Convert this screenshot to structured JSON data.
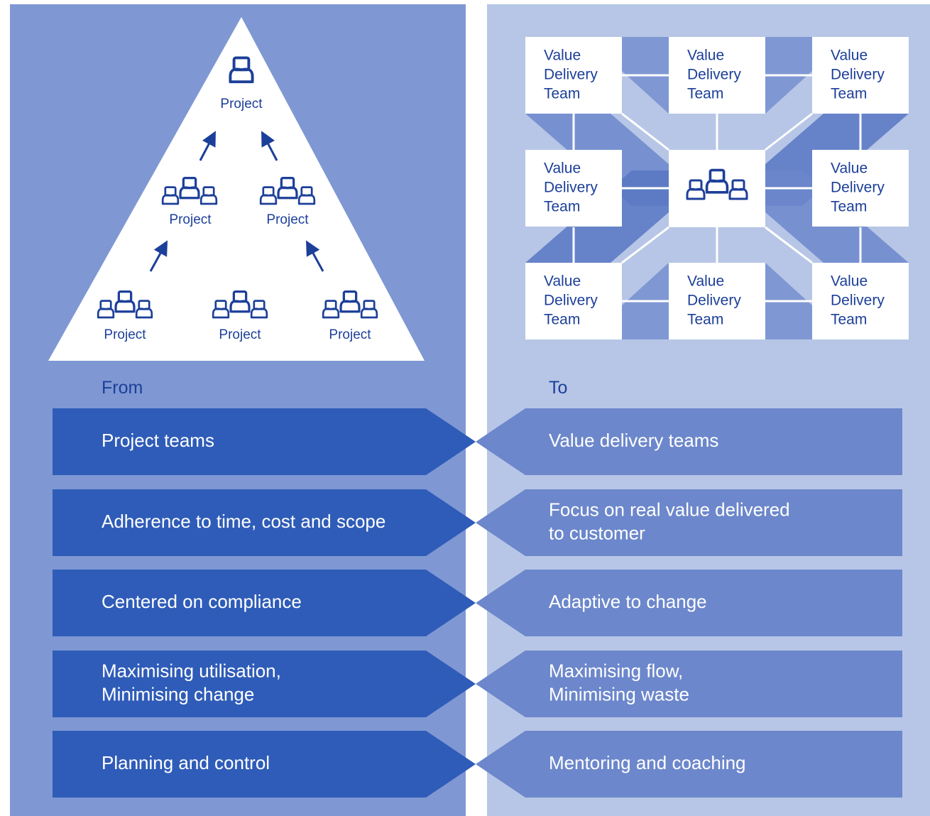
{
  "colors": {
    "left_panel": "#7f98d3",
    "right_panel": "#b7c6e6",
    "from_row": "#2f5cb8",
    "to_row": "#6c87cb",
    "diagram_ink": "#1c3f99",
    "team_box": "#ffffff"
  },
  "from_header": "From",
  "to_header": "To",
  "hierarchy": {
    "top_label": "Project",
    "middle_labels": [
      "Project",
      "Project"
    ],
    "bottom_labels": [
      "Project",
      "Project",
      "Project"
    ]
  },
  "network": {
    "team_label_lines": [
      "Value",
      "Delivery",
      "Team"
    ],
    "center_icon": "team-icon"
  },
  "rows": [
    {
      "from": [
        "Project teams"
      ],
      "to": [
        "Value delivery teams"
      ]
    },
    {
      "from": [
        "Adherence to time, cost and scope"
      ],
      "to": [
        "Focus on real value delivered",
        "to customer"
      ]
    },
    {
      "from": [
        "Centered on compliance"
      ],
      "to": [
        "Adaptive to change"
      ]
    },
    {
      "from": [
        "Maximising utilisation,",
        "Minimising change"
      ],
      "to": [
        "Maximising flow,",
        "Minimising waste"
      ]
    },
    {
      "from": [
        "Planning and control"
      ],
      "to": [
        "Mentoring and coaching"
      ]
    }
  ]
}
